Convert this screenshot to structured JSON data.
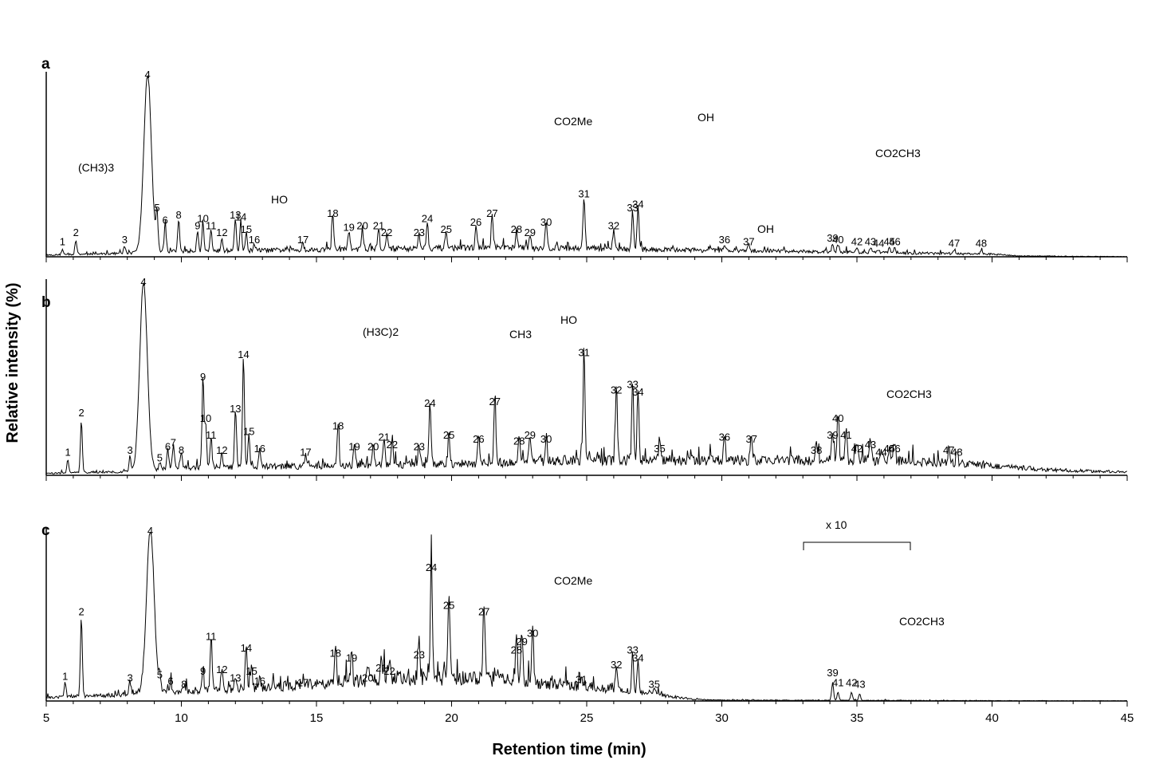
{
  "chart_data": {
    "type": "line",
    "xlabel": "Retention time (min)",
    "ylabel": "Relative intensity (%)",
    "xlim": [
      5,
      45
    ],
    "x_ticks": [
      "5",
      "10",
      "15",
      "20",
      "25",
      "30",
      "35",
      "40",
      "45"
    ],
    "grid": false,
    "legend": "none",
    "line_color": "#000000",
    "panels": [
      {
        "label": "a",
        "baseline_profile": [
          [
            5,
            1
          ],
          [
            8,
            2
          ],
          [
            9,
            3
          ],
          [
            15,
            4
          ],
          [
            20,
            5
          ],
          [
            24,
            5
          ],
          [
            28,
            4
          ],
          [
            33,
            3
          ],
          [
            37,
            2
          ],
          [
            40,
            1.5
          ],
          [
            41,
            0.5
          ],
          [
            45,
            0
          ]
        ],
        "peaks": [
          {
            "n": "1",
            "rt": 5.6,
            "h": 3
          },
          {
            "n": "2",
            "rt": 6.1,
            "h": 8
          },
          {
            "n": "3",
            "rt": 7.9,
            "h": 4
          },
          {
            "n": "4",
            "rt": 8.75,
            "h": 100
          },
          {
            "n": "5",
            "rt": 9.1,
            "h": 22
          },
          {
            "n": "6",
            "rt": 9.4,
            "h": 15
          },
          {
            "n": "8",
            "rt": 9.9,
            "h": 18
          },
          {
            "n": "9",
            "rt": 10.6,
            "h": 12
          },
          {
            "n": "10",
            "rt": 10.8,
            "h": 16
          },
          {
            "n": "11",
            "rt": 11.1,
            "h": 12
          },
          {
            "n": "12",
            "rt": 11.5,
            "h": 8
          },
          {
            "n": "13",
            "rt": 12.0,
            "h": 18
          },
          {
            "n": "14",
            "rt": 12.2,
            "h": 17
          },
          {
            "n": "15",
            "rt": 12.4,
            "h": 10
          },
          {
            "n": "16",
            "rt": 12.7,
            "h": 4
          },
          {
            "n": "17",
            "rt": 14.5,
            "h": 4
          },
          {
            "n": "18",
            "rt": 15.6,
            "h": 19
          },
          {
            "n": "19",
            "rt": 16.2,
            "h": 11
          },
          {
            "n": "20",
            "rt": 16.7,
            "h": 12
          },
          {
            "n": "21",
            "rt": 17.3,
            "h": 12
          },
          {
            "n": "22",
            "rt": 17.6,
            "h": 8
          },
          {
            "n": "23",
            "rt": 18.8,
            "h": 8
          },
          {
            "n": "24",
            "rt": 19.1,
            "h": 16
          },
          {
            "n": "25",
            "rt": 19.8,
            "h": 10
          },
          {
            "n": "26",
            "rt": 20.9,
            "h": 14
          },
          {
            "n": "27",
            "rt": 21.5,
            "h": 19
          },
          {
            "n": "28",
            "rt": 22.4,
            "h": 10
          },
          {
            "n": "29",
            "rt": 22.9,
            "h": 8
          },
          {
            "n": "30",
            "rt": 23.5,
            "h": 14
          },
          {
            "n": "31",
            "rt": 24.9,
            "h": 30
          },
          {
            "n": "32",
            "rt": 26.0,
            "h": 12
          },
          {
            "n": "33",
            "rt": 26.7,
            "h": 22
          },
          {
            "n": "34",
            "rt": 26.9,
            "h": 24
          },
          {
            "n": "36",
            "rt": 30.1,
            "h": 4
          },
          {
            "n": "37",
            "rt": 31.0,
            "h": 3
          },
          {
            "n": "39",
            "rt": 34.1,
            "h": 5
          },
          {
            "n": "40",
            "rt": 34.3,
            "h": 4
          },
          {
            "n": "42",
            "rt": 35.0,
            "h": 3
          },
          {
            "n": "43",
            "rt": 35.5,
            "h": 3
          },
          {
            "n": "44",
            "rt": 35.8,
            "h": 2
          },
          {
            "n": "45",
            "rt": 36.2,
            "h": 3
          },
          {
            "n": "46",
            "rt": 36.4,
            "h": 3
          },
          {
            "n": "47",
            "rt": 38.6,
            "h": 2
          },
          {
            "n": "48",
            "rt": 39.6,
            "h": 2
          }
        ],
        "annotations": [
          "(CH3)3",
          "HO",
          "OH",
          "CO2Me",
          "CO2CH3"
        ]
      },
      {
        "label": "b",
        "baseline_profile": [
          [
            5,
            1
          ],
          [
            8,
            2
          ],
          [
            10,
            4
          ],
          [
            15,
            5
          ],
          [
            20,
            6
          ],
          [
            25,
            8
          ],
          [
            30,
            8
          ],
          [
            35,
            8
          ],
          [
            38,
            7
          ],
          [
            40,
            5
          ],
          [
            42,
            3
          ],
          [
            44,
            2
          ],
          [
            45,
            2
          ]
        ],
        "peaks": [
          {
            "n": "1",
            "rt": 5.8,
            "h": 7
          },
          {
            "n": "2",
            "rt": 6.3,
            "h": 28
          },
          {
            "n": "3",
            "rt": 8.1,
            "h": 8
          },
          {
            "n": "4",
            "rt": 8.6,
            "h": 100
          },
          {
            "n": "5",
            "rt": 9.2,
            "h": 4
          },
          {
            "n": "6",
            "rt": 9.5,
            "h": 10
          },
          {
            "n": "7",
            "rt": 9.7,
            "h": 12
          },
          {
            "n": "8",
            "rt": 10.0,
            "h": 8
          },
          {
            "n": "9",
            "rt": 10.8,
            "h": 47
          },
          {
            "n": "10",
            "rt": 10.9,
            "h": 25
          },
          {
            "n": "11",
            "rt": 11.1,
            "h": 16
          },
          {
            "n": "12",
            "rt": 11.5,
            "h": 8
          },
          {
            "n": "13",
            "rt": 12.0,
            "h": 30
          },
          {
            "n": "14",
            "rt": 12.3,
            "h": 59
          },
          {
            "n": "15",
            "rt": 12.5,
            "h": 18
          },
          {
            "n": "16",
            "rt": 12.9,
            "h": 9
          },
          {
            "n": "17",
            "rt": 14.6,
            "h": 7
          },
          {
            "n": "18",
            "rt": 15.8,
            "h": 21
          },
          {
            "n": "19",
            "rt": 16.4,
            "h": 10
          },
          {
            "n": "20",
            "rt": 17.1,
            "h": 10
          },
          {
            "n": "21",
            "rt": 17.5,
            "h": 15
          },
          {
            "n": "22",
            "rt": 17.8,
            "h": 11
          },
          {
            "n": "23",
            "rt": 18.8,
            "h": 10
          },
          {
            "n": "24",
            "rt": 19.2,
            "h": 33
          },
          {
            "n": "25",
            "rt": 19.9,
            "h": 16
          },
          {
            "n": "26",
            "rt": 21.0,
            "h": 14
          },
          {
            "n": "27",
            "rt": 21.6,
            "h": 34
          },
          {
            "n": "28",
            "rt": 22.5,
            "h": 13
          },
          {
            "n": "29",
            "rt": 22.9,
            "h": 16
          },
          {
            "n": "30",
            "rt": 23.5,
            "h": 14
          },
          {
            "n": "31",
            "rt": 24.9,
            "h": 60
          },
          {
            "n": "32",
            "rt": 26.1,
            "h": 40
          },
          {
            "n": "33",
            "rt": 26.7,
            "h": 43
          },
          {
            "n": "34",
            "rt": 26.9,
            "h": 39
          },
          {
            "n": "35",
            "rt": 27.7,
            "h": 9
          },
          {
            "n": "36",
            "rt": 30.1,
            "h": 15
          },
          {
            "n": "37",
            "rt": 31.1,
            "h": 14
          },
          {
            "n": "38",
            "rt": 33.5,
            "h": 8
          },
          {
            "n": "39",
            "rt": 34.1,
            "h": 16
          },
          {
            "n": "40",
            "rt": 34.3,
            "h": 25
          },
          {
            "n": "41",
            "rt": 34.6,
            "h": 16
          },
          {
            "n": "42",
            "rt": 35.0,
            "h": 9
          },
          {
            "n": "43",
            "rt": 35.5,
            "h": 11
          },
          {
            "n": "44",
            "rt": 35.9,
            "h": 7
          },
          {
            "n": "45",
            "rt": 36.2,
            "h": 9
          },
          {
            "n": "46",
            "rt": 36.4,
            "h": 9
          },
          {
            "n": "47",
            "rt": 38.4,
            "h": 8
          },
          {
            "n": "48",
            "rt": 38.7,
            "h": 7
          }
        ],
        "annotations": [
          "HO",
          "(H3C)2",
          "CH3",
          "OH",
          "CO2CH3"
        ]
      },
      {
        "label": "c",
        "baseline_profile": [
          [
            5,
            2
          ],
          [
            8,
            4
          ],
          [
            10,
            6
          ],
          [
            15,
            10
          ],
          [
            18,
            14
          ],
          [
            21,
            14
          ],
          [
            24,
            10
          ],
          [
            26,
            7
          ],
          [
            27,
            5
          ],
          [
            28,
            3
          ],
          [
            29,
            1
          ],
          [
            30,
            0.5
          ],
          [
            45,
            0
          ]
        ],
        "peaks": [
          {
            "n": "1",
            "rt": 5.7,
            "h": 9
          },
          {
            "n": "2",
            "rt": 6.3,
            "h": 48
          },
          {
            "n": "3",
            "rt": 8.1,
            "h": 8
          },
          {
            "n": "4",
            "rt": 8.85,
            "h": 100
          },
          {
            "n": "5",
            "rt": 9.2,
            "h": 10
          },
          {
            "n": "6",
            "rt": 9.6,
            "h": 6
          },
          {
            "n": "8",
            "rt": 10.1,
            "h": 4
          },
          {
            "n": "9",
            "rt": 10.8,
            "h": 12
          },
          {
            "n": "11",
            "rt": 11.1,
            "h": 33
          },
          {
            "n": "12",
            "rt": 11.5,
            "h": 13
          },
          {
            "n": "13",
            "rt": 12.0,
            "h": 8
          },
          {
            "n": "14",
            "rt": 12.4,
            "h": 26
          },
          {
            "n": "15",
            "rt": 12.6,
            "h": 12
          },
          {
            "n": "16",
            "rt": 12.9,
            "h": 6
          },
          {
            "n": "17",
            "rt": 14.5,
            "h": 5
          },
          {
            "n": "18",
            "rt": 15.7,
            "h": 23
          },
          {
            "n": "19",
            "rt": 16.3,
            "h": 20
          },
          {
            "n": "20",
            "rt": 16.9,
            "h": 8
          },
          {
            "n": "21",
            "rt": 17.4,
            "h": 14
          },
          {
            "n": "22",
            "rt": 17.7,
            "h": 12
          },
          {
            "n": "23",
            "rt": 18.8,
            "h": 22
          },
          {
            "n": "24",
            "rt": 19.25,
            "h": 75
          },
          {
            "n": "25",
            "rt": 19.9,
            "h": 52
          },
          {
            "n": "27",
            "rt": 21.2,
            "h": 48
          },
          {
            "n": "28",
            "rt": 22.4,
            "h": 25
          },
          {
            "n": "29",
            "rt": 22.6,
            "h": 30
          },
          {
            "n": "30",
            "rt": 23.0,
            "h": 35
          },
          {
            "n": "31",
            "rt": 24.8,
            "h": 7
          },
          {
            "n": "32",
            "rt": 26.1,
            "h": 16
          },
          {
            "n": "33",
            "rt": 26.7,
            "h": 25
          },
          {
            "n": "34",
            "rt": 26.9,
            "h": 20
          },
          {
            "n": "35",
            "rt": 27.5,
            "h": 4
          },
          {
            "n": "39",
            "rt": 34.1,
            "h": 11
          },
          {
            "n": "41",
            "rt": 34.3,
            "h": 5
          },
          {
            "n": "42",
            "rt": 34.8,
            "h": 5
          },
          {
            "n": "43",
            "rt": 35.1,
            "h": 4
          }
        ],
        "annotations": [
          "x 10",
          "CO2Me",
          "CO2CH3"
        ]
      }
    ]
  }
}
